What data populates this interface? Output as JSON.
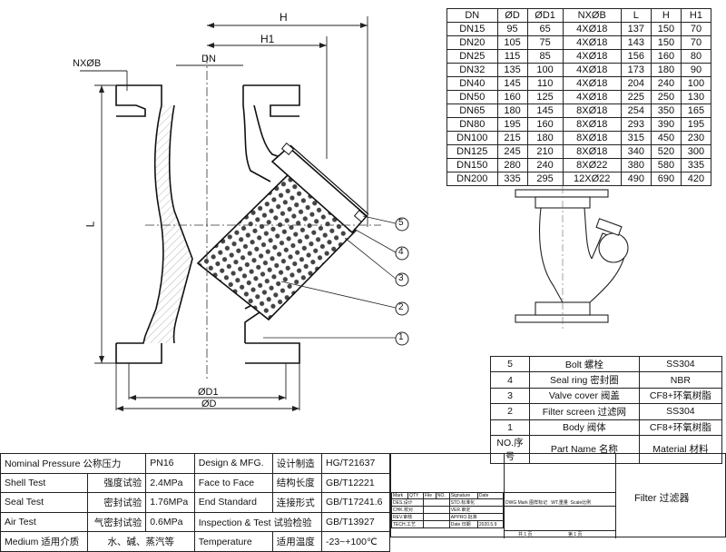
{
  "drawing": {
    "dim_labels": {
      "H": "H",
      "H1": "H1",
      "DN": "DN",
      "NB": "NXØB",
      "L": "L",
      "D1": "ØD1",
      "D": "ØD"
    },
    "balloons": [
      "5",
      "4",
      "3",
      "2",
      "1"
    ]
  },
  "dimension_table": {
    "headers": [
      "DN",
      "ØD",
      "ØD1",
      "NXØB",
      "L",
      "H",
      "H1"
    ],
    "rows": [
      [
        "DN15",
        "95",
        "65",
        "4XØ18",
        "137",
        "150",
        "70"
      ],
      [
        "DN20",
        "105",
        "75",
        "4XØ18",
        "143",
        "150",
        "70"
      ],
      [
        "DN25",
        "115",
        "85",
        "4XØ18",
        "156",
        "160",
        "80"
      ],
      [
        "DN32",
        "135",
        "100",
        "4XØ18",
        "173",
        "180",
        "90"
      ],
      [
        "DN40",
        "145",
        "110",
        "4XØ18",
        "204",
        "240",
        "100"
      ],
      [
        "DN50",
        "160",
        "125",
        "4XØ18",
        "225",
        "250",
        "130"
      ],
      [
        "DN65",
        "180",
        "145",
        "8XØ18",
        "254",
        "350",
        "165"
      ],
      [
        "DN80",
        "195",
        "160",
        "8XØ18",
        "293",
        "390",
        "195"
      ],
      [
        "DN100",
        "215",
        "180",
        "8XØ18",
        "315",
        "450",
        "230"
      ],
      [
        "DN125",
        "245",
        "210",
        "8XØ18",
        "340",
        "520",
        "300"
      ],
      [
        "DN150",
        "280",
        "240",
        "8XØ22",
        "380",
        "580",
        "335"
      ],
      [
        "DN200",
        "335",
        "295",
        "12XØ22",
        "490",
        "690",
        "420"
      ]
    ]
  },
  "parts_table": {
    "rows": [
      [
        "5",
        "Bolt 螺栓",
        "SS304"
      ],
      [
        "4",
        "Seal ring 密封圈",
        "NBR"
      ],
      [
        "3",
        "Valve cover 阀盖",
        "CF8+环氧树脂"
      ],
      [
        "2",
        "Filter screen 过滤网",
        "SS304"
      ],
      [
        "1",
        "Body 阀体",
        "CF8+环氧树脂"
      ]
    ],
    "header": [
      "NO.序号",
      "Part Name 名称",
      "Material 材料"
    ]
  },
  "spec_table": {
    "rows": [
      [
        "Nominal Pressure 公称压力",
        "PN16",
        "Design & MFG.",
        "设计制造",
        "HG/T21637"
      ],
      [
        "Shell Test",
        "强度试验",
        "2.4MPa",
        "Face to Face",
        "结构长度",
        "GB/T12221"
      ],
      [
        "Seal Test",
        "密封试验",
        "1.76MPa",
        "End Standard",
        "连接形式",
        "GB/T17241.6"
      ],
      [
        "Air Test",
        "气密封试验",
        "0.6MPa",
        "Inspection & Test 试验检验",
        "GB/T13927"
      ],
      [
        "Medium 适用介质",
        "水、碱、蒸汽等",
        "Temperature",
        "适用温度",
        "-23~+100℃"
      ]
    ]
  },
  "title_block": {
    "title": "Filter 过滤器",
    "rev_row": [
      "Mark",
      "QTY",
      "File",
      "NO.",
      "Signature",
      "Date"
    ],
    "left_rows": [
      [
        "DES.设计",
        "",
        "STD.标准化"
      ],
      [
        "CHK.校对",
        "",
        "VER.审定"
      ],
      [
        "REV.审核",
        "",
        "APPRO.批准"
      ],
      [
        "TECH.工艺",
        "",
        "Date 日期"
      ]
    ],
    "date": "2020.5.9",
    "mid_header": [
      "DWG Mark 图样标记",
      "WT.重量",
      "Scale比例"
    ],
    "sheet": [
      "共 1 页",
      "第 1 页"
    ]
  }
}
